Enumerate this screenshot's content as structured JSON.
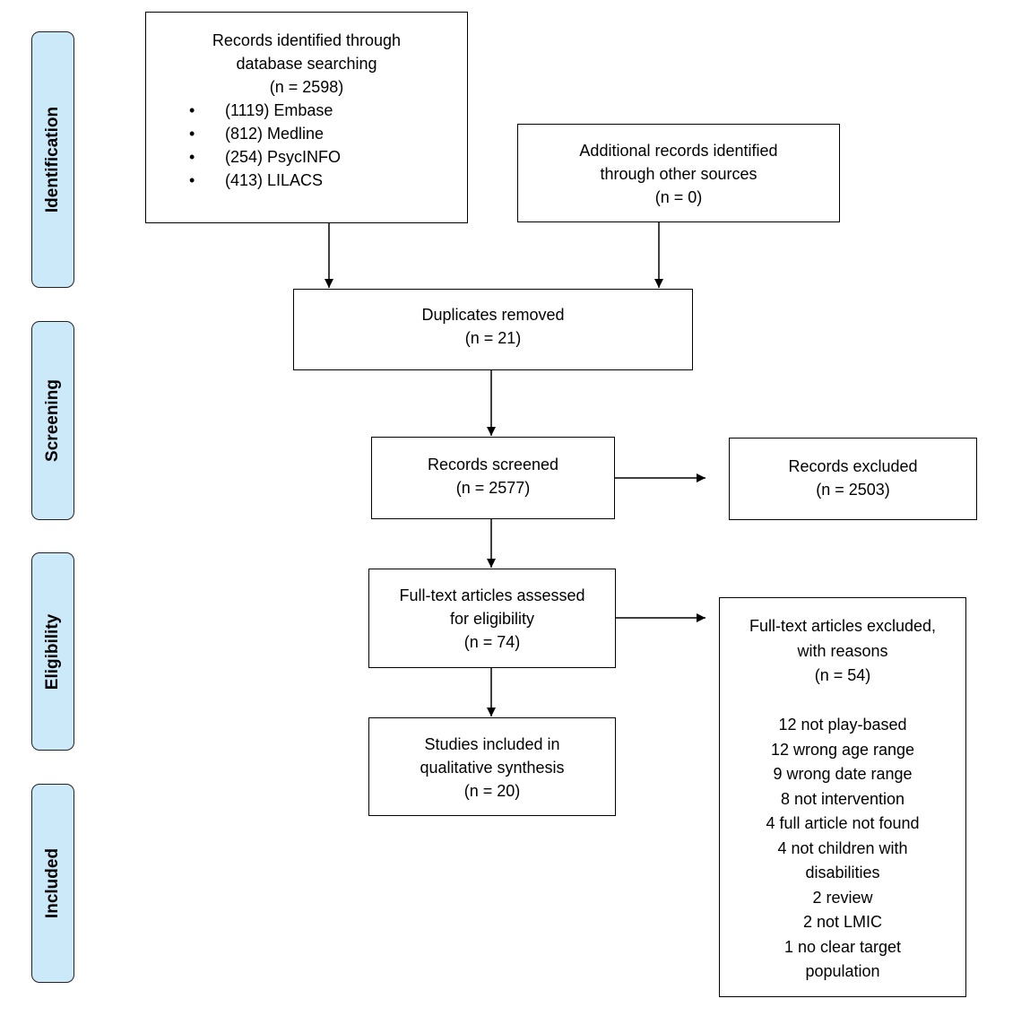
{
  "phases": [
    {
      "label": "Identification"
    },
    {
      "label": "Screening"
    },
    {
      "label": "Eligibility"
    },
    {
      "label": "Included"
    }
  ],
  "boxes": {
    "database_search": {
      "lines": [
        "Records identified through",
        "database searching",
        "(n = 2598)"
      ],
      "sources": [
        "(1119) Embase",
        "(812) Medline",
        "(254) PsycINFO",
        "(413) LILACS"
      ]
    },
    "other_sources": {
      "lines": [
        "Additional records identified",
        "through other sources",
        "(n = 0)"
      ]
    },
    "duplicates_removed": {
      "lines": [
        "Duplicates removed",
        "(n = 21)"
      ]
    },
    "records_screened": {
      "lines": [
        "Records screened",
        "(n = 2577)"
      ]
    },
    "records_excluded": {
      "lines": [
        "Records excluded",
        "(n = 2503)"
      ]
    },
    "fulltext_assessed": {
      "lines": [
        "Full-text articles assessed",
        "for eligibility",
        "(n = 74)"
      ]
    },
    "fulltext_excluded": {
      "lines": [
        "Full-text articles excluded,",
        "with reasons",
        "(n = 54)"
      ],
      "reasons": [
        "12 not play-based",
        "12 wrong age range",
        "9 wrong date range",
        "8 not intervention",
        "4 full article not found",
        "4 not children with",
        "disabilities",
        "2 review",
        "2 not LMIC",
        "1 no clear target",
        "population"
      ]
    },
    "studies_included": {
      "lines": [
        "Studies included in",
        "qualitative synthesis",
        "(n = 20)"
      ]
    }
  }
}
